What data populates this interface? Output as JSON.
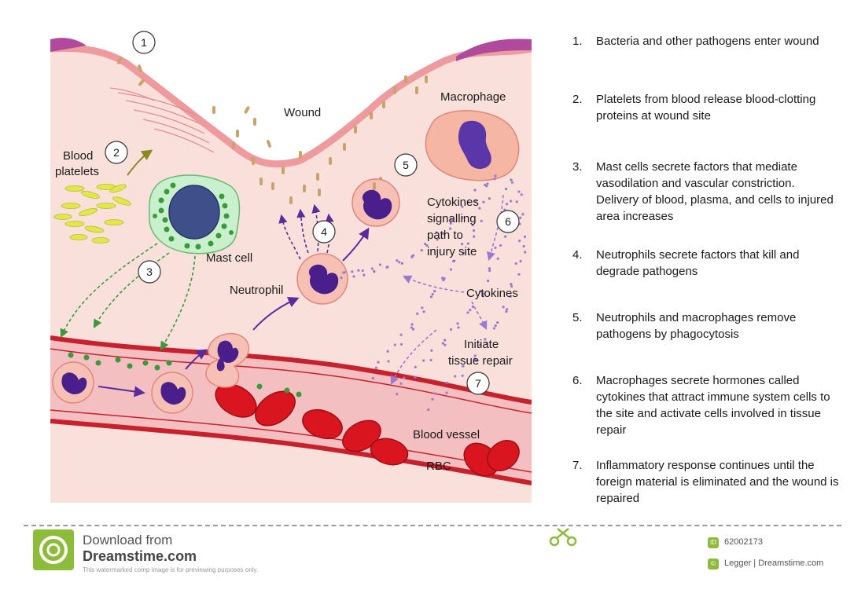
{
  "labels": {
    "wound": "Wound",
    "blood_platelets_1": "Blood",
    "blood_platelets_2": "platelets",
    "macrophage": "Macrophage",
    "mast_cell": "Mast cell",
    "neutrophil": "Neutrophil",
    "cytokines_path_1": "Cytokines",
    "cytokines_path_2": "signalling",
    "cytokines_path_3": "path to",
    "cytokines_path_4": "injury site",
    "cytokines": "Cytokines",
    "tissue_repair_1": "Initiate",
    "tissue_repair_2": "tissue repair",
    "blood_vessel": "Blood vessel",
    "rbc": "RBC"
  },
  "markers": [
    "1",
    "2",
    "3",
    "4",
    "5",
    "6",
    "7"
  ],
  "steps": [
    {
      "num": "1.",
      "text": "Bacteria and other pathogens enter wound"
    },
    {
      "num": "2.",
      "text": "Platelets from blood release blood-clotting proteins at wound site"
    },
    {
      "num": "3.",
      "text": "Mast cells secrete factors that mediate vasodilation and vascular constriction. Delivery of blood, plasma, and cells to injured area increases"
    },
    {
      "num": "4.",
      "text": "Neutrophils secrete factors that kill and degrade pathogens"
    },
    {
      "num": "5.",
      "text": "Neutrophils and macrophages remove pathogens by phagocytosis"
    },
    {
      "num": "6.",
      "text": "Macrophages secrete hormones called cytokines that attract immune system cells to the site and activate cells involved in tissue repair"
    },
    {
      "num": "7.",
      "text": "Inflammatory response continues until the foreign material is eliminated and the wound is repaired"
    }
  ],
  "footer": {
    "download_from": "Download from",
    "brand": "Dreamstime.com",
    "note": "This watermarked comp image is for previewing purposes only.",
    "id": "62002173",
    "author": "Legger | Dreamstime.com"
  },
  "colors": {
    "tissue": "#f9e0da",
    "skin_edge": "#ee9a9e",
    "epidermis_purple": "#b04a9c",
    "vessel_wall": "#c8202c",
    "rbc": "#d9151f",
    "neutrophil_nucleus": "#4a1f8c",
    "arrow_purple": "#5a2aa0",
    "mast_green": "#3a9a3a",
    "platelet_yellow": "#e3e84a",
    "pathogen_tan": "#c9a46a"
  }
}
